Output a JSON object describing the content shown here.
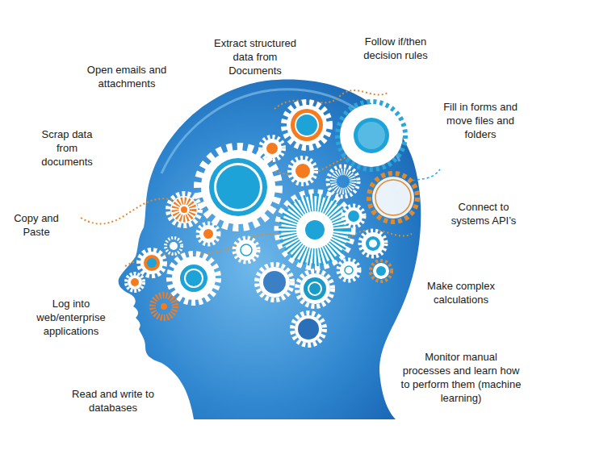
{
  "diagram": {
    "labels": [
      "Extract structured data from Documents",
      "Follow if/then decision rules",
      "Open emails and attachments",
      "Fill in forms and move files and folders",
      "Scrap data from documents",
      "Copy and Paste",
      "Connect to systems API’s",
      "Make complex calculations",
      "Log into web/enterprise applications",
      "Monitor manual processes and learn how to perform them (machine learning)",
      "Read and write to databases"
    ]
  }
}
